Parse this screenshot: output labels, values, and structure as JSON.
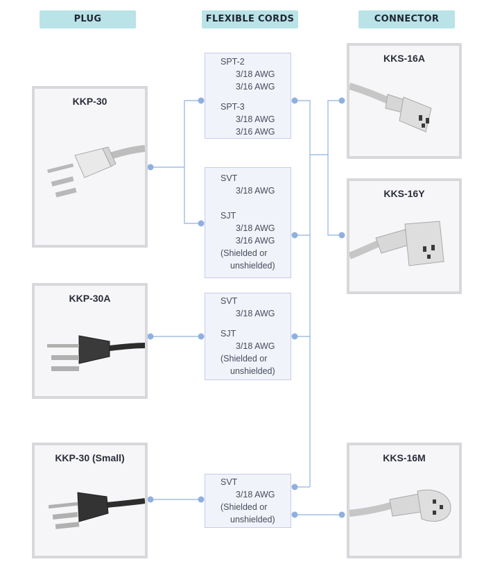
{
  "headers": {
    "plug": "PLUG",
    "cords": "FLEXIBLE CORDS",
    "connector": "CONNECTOR"
  },
  "plugs": [
    {
      "name": "KKP-30",
      "style": "white"
    },
    {
      "name": "KKP-30A",
      "style": "black"
    },
    {
      "name": "KKP-30 (Small)",
      "style": "black"
    }
  ],
  "connectors": [
    {
      "name": "KKS-16A",
      "style": "straight"
    },
    {
      "name": "KKS-16Y",
      "style": "angled"
    },
    {
      "name": "KKS-16M",
      "style": "mickey"
    }
  ],
  "cords": [
    {
      "lines": [
        "SPT-2",
        "3/18 AWG",
        "3/16 AWG",
        "SPT-3",
        "3/18 AWG",
        "3/16 AWG"
      ]
    },
    {
      "lines": [
        "SVT",
        "3/18 AWG",
        "SJT",
        "3/18 AWG",
        "3/16 AWG",
        "(Shielded or",
        "unshielded)"
      ]
    },
    {
      "lines": [
        "SVT",
        "3/18 AWG",
        "SJT",
        "3/18 AWG",
        "(Shielded or",
        "unshielded)"
      ]
    },
    {
      "lines": [
        "SVT",
        "3/18 AWG",
        "(Shielded or",
        "unshielded)"
      ]
    }
  ],
  "colors": {
    "header_bg": "#b9e3e6",
    "wire": "#8fb0de",
    "card_border": "#d8d8dc",
    "cord_box_border": "#c6cbe6"
  }
}
